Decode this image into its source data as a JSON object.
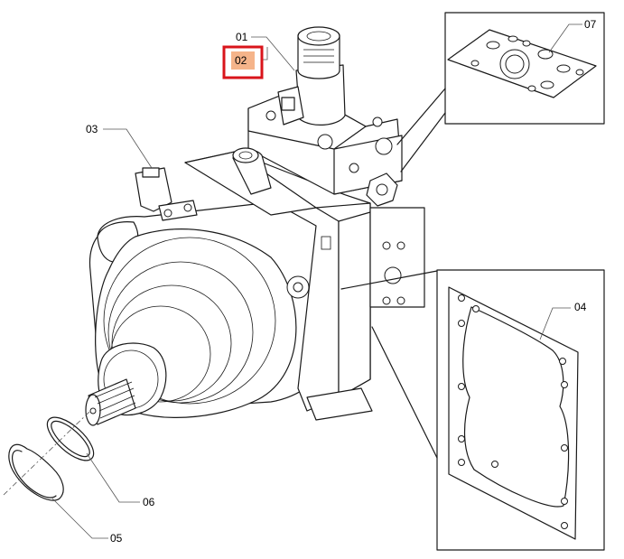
{
  "callouts": [
    {
      "id": "01",
      "label": "01",
      "highlighted": false
    },
    {
      "id": "02",
      "label": "02",
      "highlighted": true
    },
    {
      "id": "03",
      "label": "03",
      "highlighted": false
    },
    {
      "id": "04",
      "label": "04",
      "highlighted": false
    },
    {
      "id": "05",
      "label": "05",
      "highlighted": false
    },
    {
      "id": "06",
      "label": "06",
      "highlighted": false
    },
    {
      "id": "07",
      "label": "07",
      "highlighted": false
    }
  ],
  "colors": {
    "highlight_fill": "#f5b48a",
    "highlight_border": "#d9141b",
    "line": "#1a1a1a"
  }
}
